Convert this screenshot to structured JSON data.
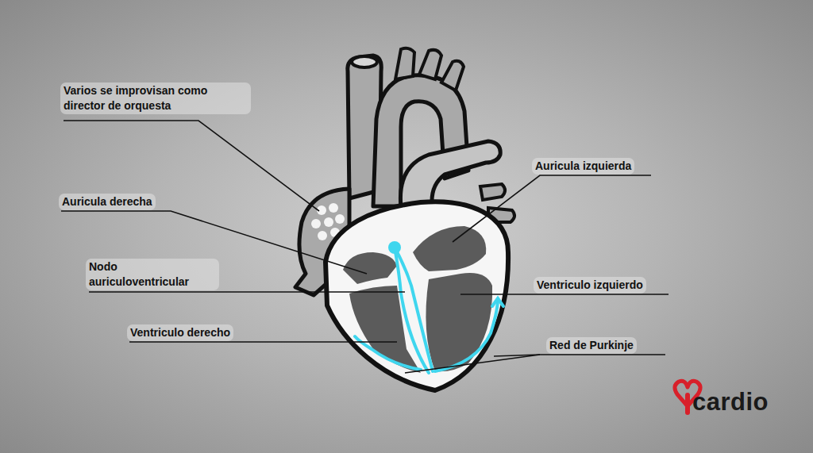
{
  "diagram": {
    "labels": [
      "Varios se improvisan como director de orquesta",
      "Auricula derecha",
      "Nodo auriculoventricular",
      "Ventriculo derecho",
      "Auricula izquierda",
      "Ventriculo izquierdo",
      "Red de Purkinje",
      "cardio"
    ]
  }
}
